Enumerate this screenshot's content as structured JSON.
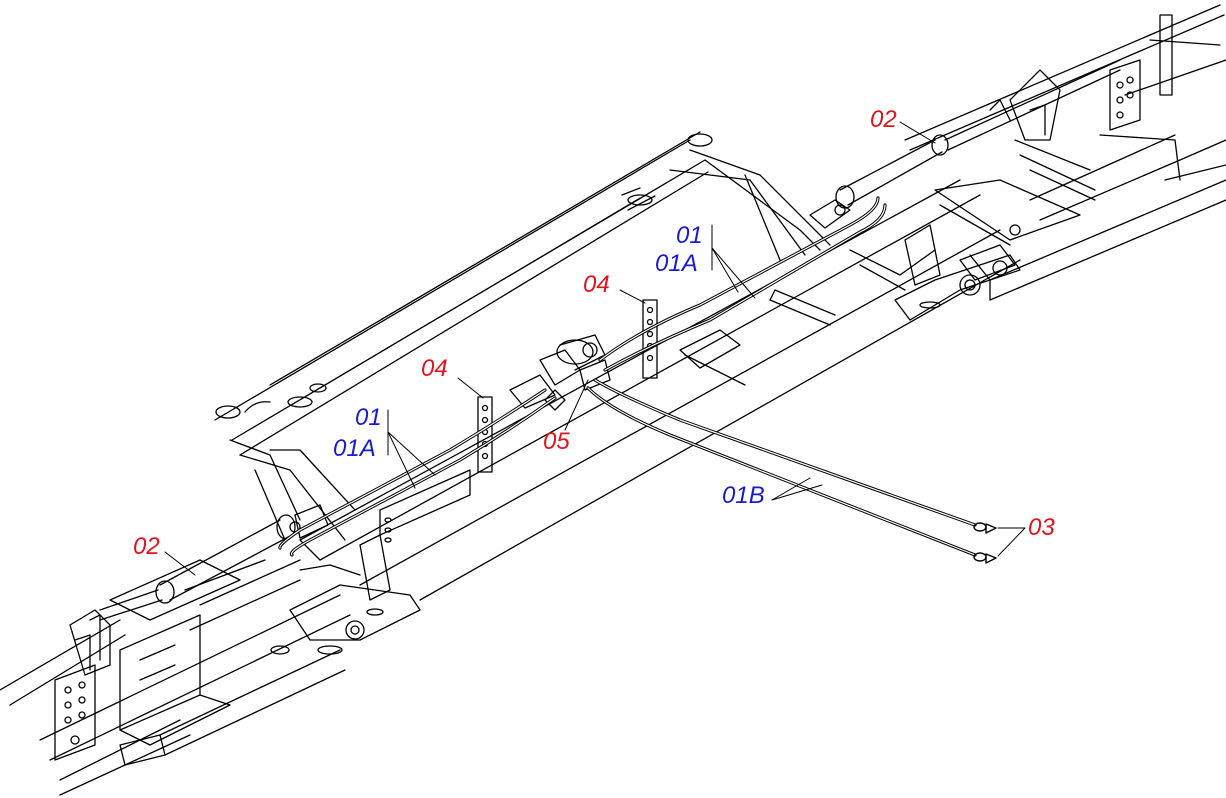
{
  "colors": {
    "callout_red": "#e0141e",
    "callout_blue": "#1a1ad6",
    "line": "#000000",
    "background": "#ffffff"
  },
  "callouts": {
    "c02_upper": "02",
    "c02_lower": "02",
    "c01_upper": "01",
    "c01a_upper": "01A",
    "c01_lower": "01",
    "c01a_lower": "01A",
    "c04_right": "04",
    "c04_left": "04",
    "c05": "05",
    "c01b": "01B",
    "c03": "03"
  }
}
